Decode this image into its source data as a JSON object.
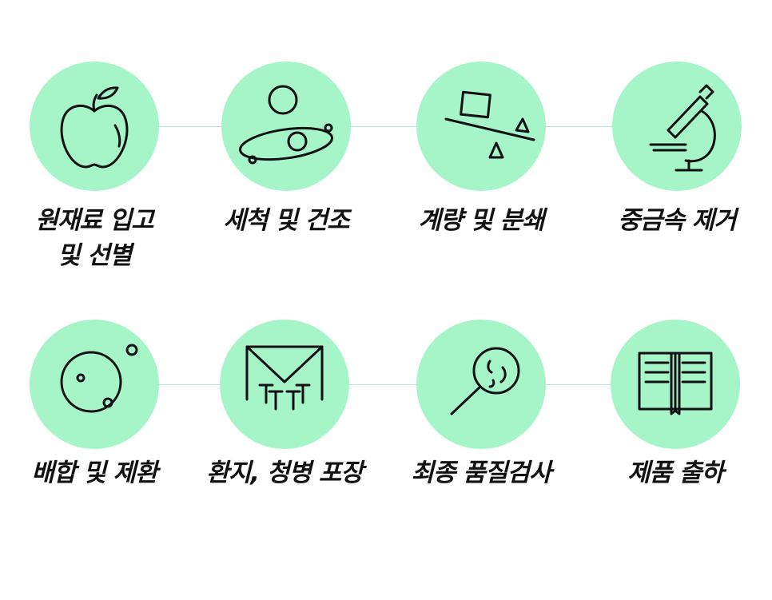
{
  "steps": [
    {
      "label": "원재료 입고\n및 선별",
      "icon": "apple-icon"
    },
    {
      "label": "세척 및 건조",
      "icon": "orbit-icon"
    },
    {
      "label": "계량 및 분쇄",
      "icon": "balance-scale-icon"
    },
    {
      "label": "중금속 제거",
      "icon": "microscope-icon"
    },
    {
      "label": "배합 및 제환",
      "icon": "sphere-icon"
    },
    {
      "label": "환지, 청병 포장",
      "icon": "envelope-icon"
    },
    {
      "label": "최종 품질검사",
      "icon": "magnifier-icon"
    },
    {
      "label": "제품 출하",
      "icon": "open-book-icon"
    }
  ],
  "colors": {
    "circle": "#a6f5c9",
    "connector": "#b9ecd0",
    "text": "#111111"
  }
}
